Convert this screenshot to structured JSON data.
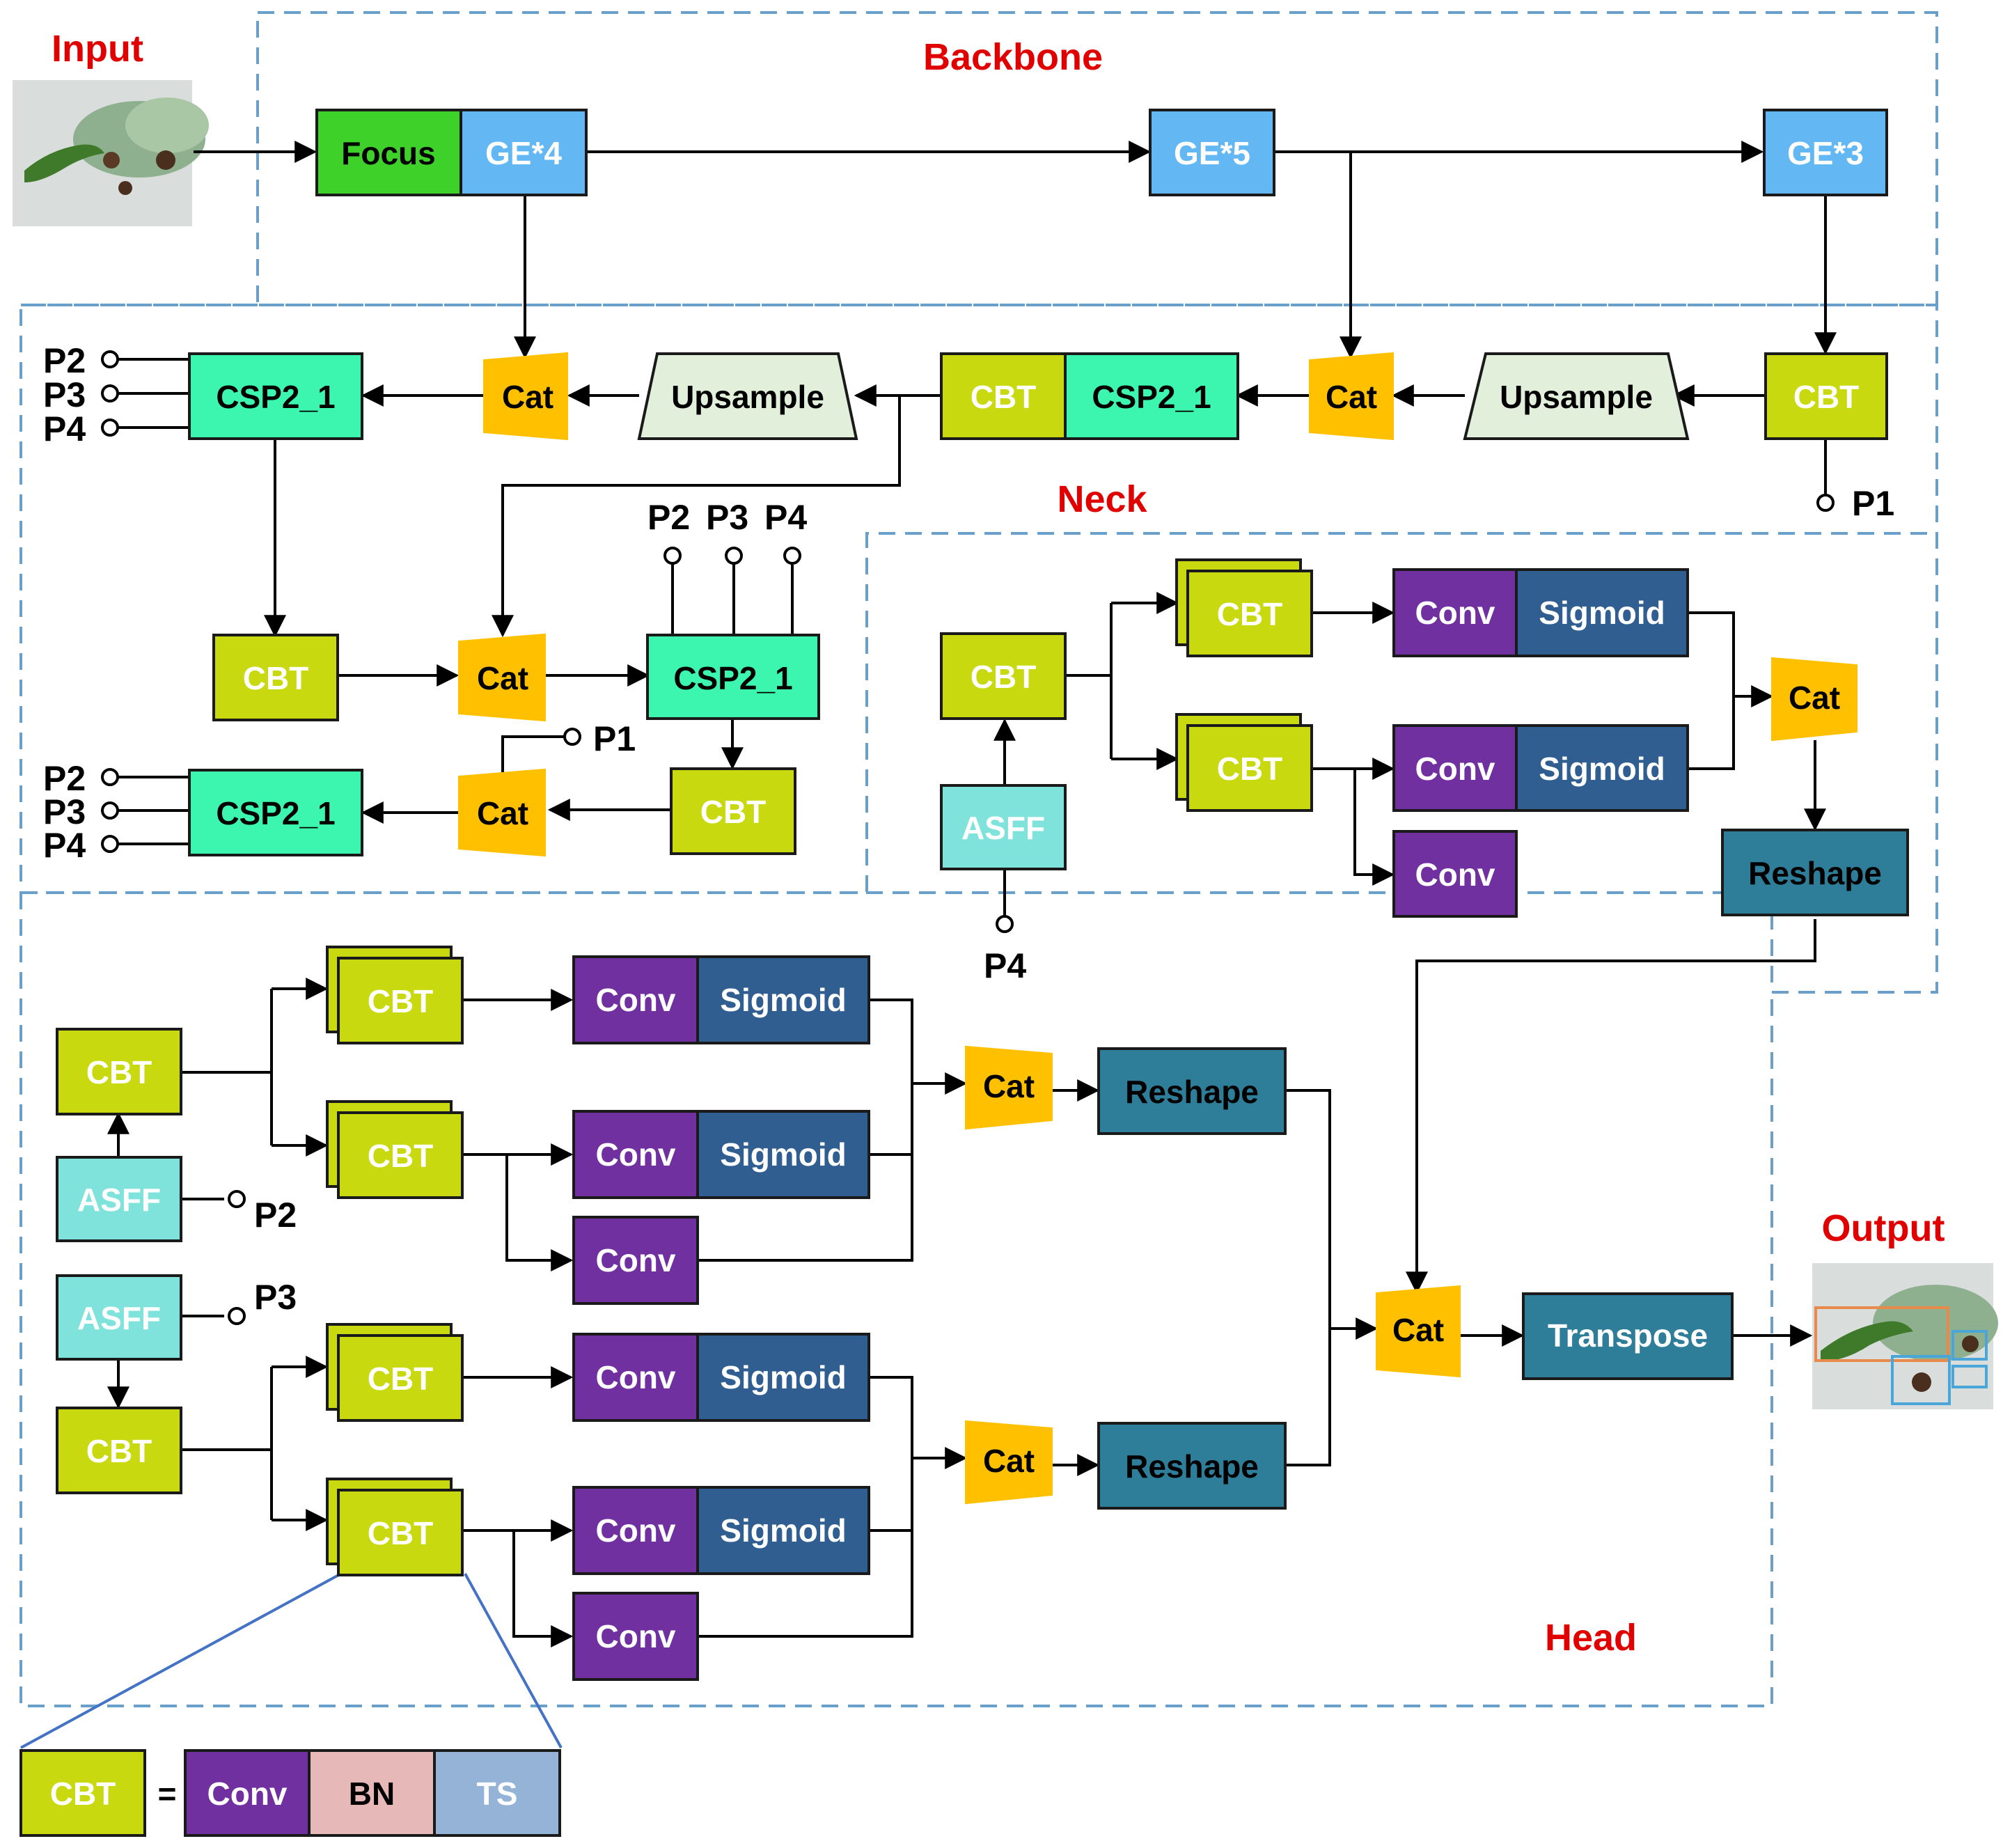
{
  "sections": {
    "input": "Input",
    "backbone": "Backbone",
    "neck": "Neck",
    "head": "Head",
    "output": "Output"
  },
  "blocks": {
    "focus": "Focus",
    "ge4": "GE*4",
    "ge5": "GE*5",
    "ge3": "GE*3",
    "cbt": "CBT",
    "csp": "CSP2_1",
    "cat": "Cat",
    "upsample": "Upsample",
    "conv": "Conv",
    "sigmoid": "Sigmoid",
    "asff": "ASFF",
    "reshape": "Reshape",
    "transpose": "Transpose",
    "bn": "BN",
    "ts": "TS",
    "equals": "="
  },
  "ports": {
    "p1": "P1",
    "p2": "P2",
    "p3": "P3",
    "p4": "P4"
  },
  "colors": {
    "focus": "#3ed12a",
    "ge": "#63b7f3",
    "cbt": "#c8d90f",
    "csp": "#3cf5ae",
    "cat": "#ffc000",
    "upsample": "#e2efda",
    "conv": "#7030a0",
    "sigmoid": "#315e91",
    "asff": "#7fe3db",
    "reshape": "#2e7d99",
    "bn": "#e6b9b8",
    "ts": "#95b3d7",
    "section_title": "#e00000",
    "dashed_border": "#6a9fc9"
  }
}
